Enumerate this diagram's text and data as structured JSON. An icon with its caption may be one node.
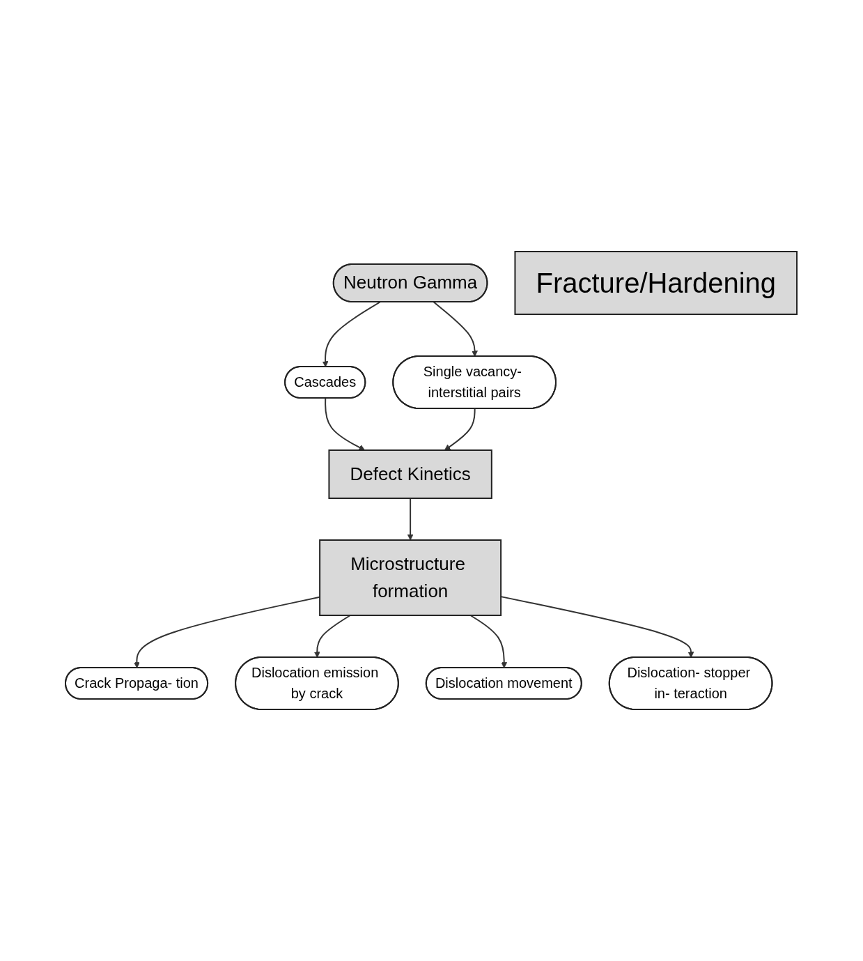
{
  "diagram": {
    "nodes": [
      {
        "text": [
          "Neutron Gamma"
        ]
      },
      {
        "text": [
          "Cascades"
        ]
      },
      {
        "text": [
          "Single vacancy- interstitial pairs"
        ]
      },
      {
        "text": [
          "Defect Kinetics"
        ]
      },
      {
        "text": [
          "Microstructure formation"
        ]
      },
      {
        "text": [
          "Crack Propaga- tion"
        ]
      },
      {
        "text": [
          "Dislocation emission by crack"
        ]
      },
      {
        "text": [
          "Dislocation movement"
        ]
      },
      {
        "text": [
          "Dislocation- stopper in- teraction"
        ]
      },
      {
        "text": [
          "Fracture/Hardening"
        ]
      }
    ],
    "edges": [
      {
        "from": 0,
        "to": 1,
        "arrow": "to"
      },
      {
        "from": 0,
        "to": 2,
        "arrow": "to"
      },
      {
        "from": 1,
        "to": 3,
        "arrow": "to"
      },
      {
        "from": 2,
        "to": 3,
        "arrow": "to"
      },
      {
        "from": 3,
        "to": 4,
        "arrow": "to"
      },
      {
        "from": 4,
        "to": 5,
        "arrow": "to"
      },
      {
        "from": 4,
        "to": 6,
        "arrow": "to"
      },
      {
        "from": 4,
        "to": 7,
        "arrow": "to"
      },
      {
        "from": 4,
        "to": 8,
        "arrow": "to"
      }
    ]
  }
}
